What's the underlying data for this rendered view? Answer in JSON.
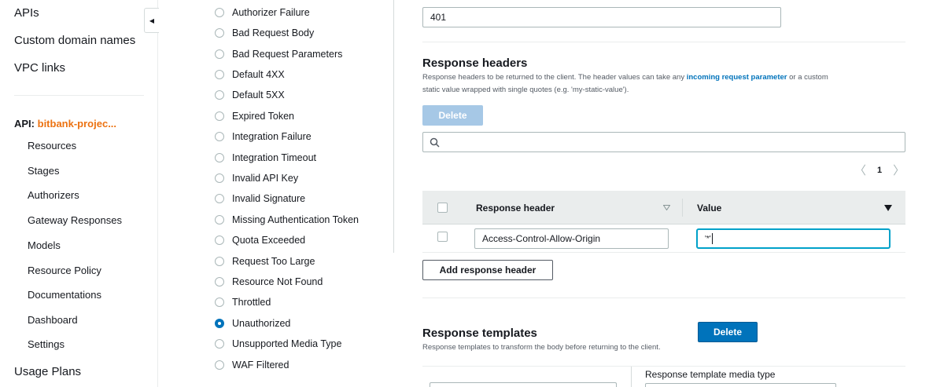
{
  "sidebar": {
    "top_items": [
      {
        "label": "APIs"
      },
      {
        "label": "Custom domain names"
      },
      {
        "label": "VPC links"
      }
    ],
    "api_prefix": "API:",
    "api_name": "bitbank-projec...",
    "sub_items": [
      {
        "label": "Resources"
      },
      {
        "label": "Stages"
      },
      {
        "label": "Authorizers"
      },
      {
        "label": "Gateway Responses"
      },
      {
        "label": "Models"
      },
      {
        "label": "Resource Policy"
      },
      {
        "label": "Documentations"
      },
      {
        "label": "Dashboard"
      },
      {
        "label": "Settings"
      }
    ],
    "bottom_item": "Usage Plans"
  },
  "response_types": {
    "items": [
      {
        "label": "Authorizer Failure",
        "selected": false
      },
      {
        "label": "Bad Request Body",
        "selected": false
      },
      {
        "label": "Bad Request Parameters",
        "selected": false
      },
      {
        "label": "Default 4XX",
        "selected": false
      },
      {
        "label": "Default 5XX",
        "selected": false
      },
      {
        "label": "Expired Token",
        "selected": false
      },
      {
        "label": "Integration Failure",
        "selected": false
      },
      {
        "label": "Integration Timeout",
        "selected": false
      },
      {
        "label": "Invalid API Key",
        "selected": false
      },
      {
        "label": "Invalid Signature",
        "selected": false
      },
      {
        "label": "Missing Authentication Token",
        "selected": false
      },
      {
        "label": "Quota Exceeded",
        "selected": false
      },
      {
        "label": "Request Too Large",
        "selected": false
      },
      {
        "label": "Resource Not Found",
        "selected": false
      },
      {
        "label": "Throttled",
        "selected": false
      },
      {
        "label": "Unauthorized",
        "selected": true
      },
      {
        "label": "Unsupported Media Type",
        "selected": false
      },
      {
        "label": "WAF Filtered",
        "selected": false
      }
    ]
  },
  "details": {
    "status_code_value": "401",
    "headers": {
      "title": "Response headers",
      "desc_part1": "Response headers to be returned to the client. The header values can take any ",
      "desc_link": "incoming request parameter",
      "desc_part2": " or a custom",
      "desc_line2": "static value wrapped with single quotes (e.g. 'my-static-value').",
      "delete_label": "Delete",
      "search_placeholder": "",
      "page": "1",
      "col_header": "Response header",
      "col_value": "Value",
      "rows": [
        {
          "header": "Access-Control-Allow-Origin",
          "value": "'*'"
        }
      ],
      "add_label": "Add response header"
    },
    "templates": {
      "title": "Response templates",
      "desc": "Response templates to transform the body before returning to the client.",
      "delete_label": "Delete",
      "media_type_label": "Response template media type"
    }
  },
  "colors": {
    "accent": "#0073bb",
    "api_name": "#ec7211",
    "disabled_button": "#a6c8e6"
  },
  "icons": {
    "collapse": "caret-left-icon",
    "search": "search-icon",
    "prev": "chevron-left-icon",
    "next": "chevron-right-icon",
    "sort": "sort-triangle-icon"
  }
}
